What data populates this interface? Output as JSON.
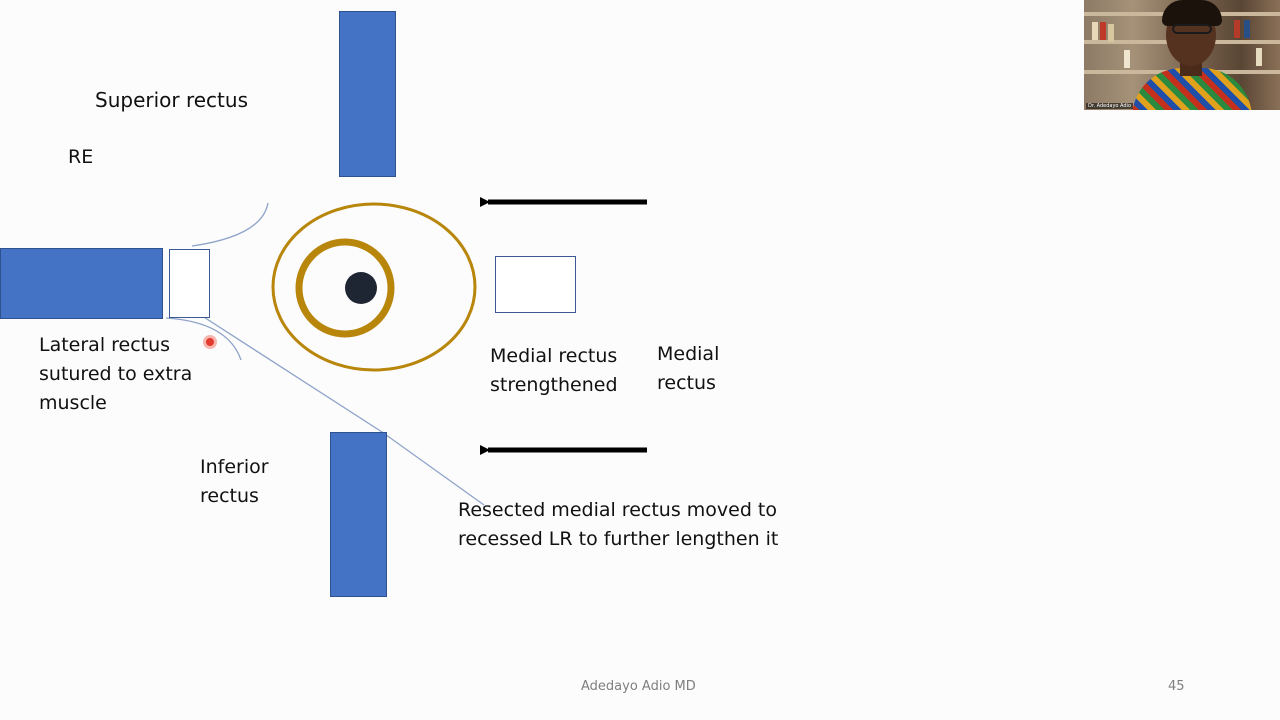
{
  "labels": {
    "superior_rectus": "Superior rectus",
    "eye_side": "RE",
    "lateral_rectus": [
      "Lateral rectus",
      "sutured to extra",
      "muscle"
    ],
    "medial_rectus_strengthened": [
      "Medial rectus",
      "strengthened"
    ],
    "medial_rectus": [
      "Medial",
      "rectus"
    ],
    "inferior_rectus": [
      "Inferior",
      "rectus"
    ],
    "resected_note": [
      "Resected medial rectus moved to",
      "recessed LR to further lengthen it"
    ]
  },
  "footer": {
    "presenter": "Adedayo Adio MD",
    "slide_number": "45"
  },
  "webcam": {
    "name_tag": "Dr. Adedayo Adio"
  },
  "colors": {
    "muscle_fill": "#4472c4",
    "eye_ring": "#b8860b",
    "pupil": "#1f2633",
    "arrow": "#000000",
    "pointer": "#e23b2e"
  }
}
